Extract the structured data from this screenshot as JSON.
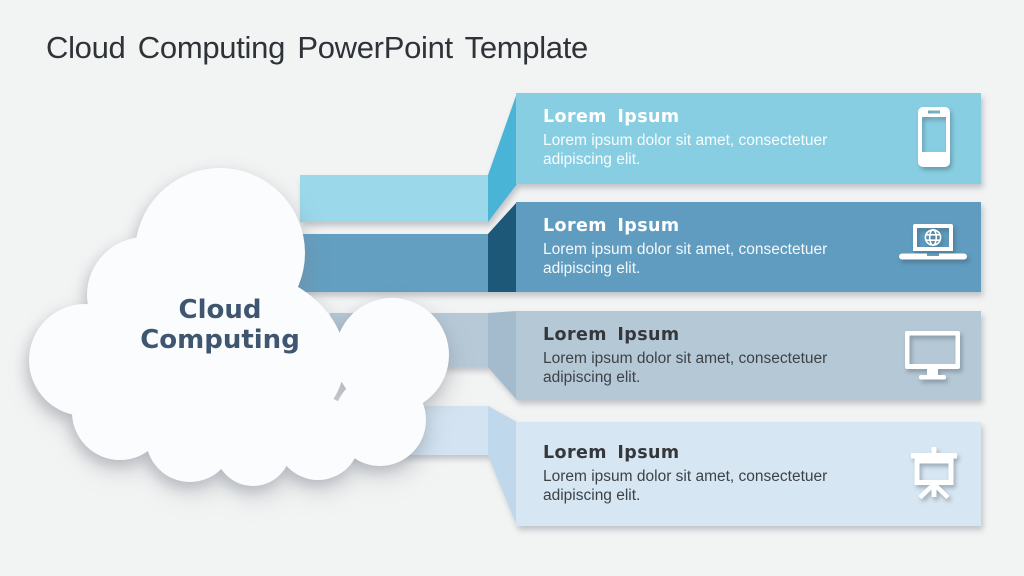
{
  "slide": {
    "title": "Cloud Computing PowerPoint Template",
    "background": "#f2f3f3",
    "title_color": "#2e3338"
  },
  "cloud": {
    "line1": "Cloud",
    "line2": "Computing",
    "fill": "#fbfcfd",
    "text_color": "#3e5670",
    "icon": "cloud-shape"
  },
  "cards": [
    {
      "heading": "Lorem Ipsum",
      "body": "Lorem ipsum dolor sit amet, consectetuer adipiscing elit.",
      "icon": "smartphone-icon",
      "band_fill": "#87cee2",
      "ribbon_fill": "#9bd8e9",
      "connector_fill": "#4ab4d6",
      "text_color": "#ffffff"
    },
    {
      "heading": "Lorem Ipsum",
      "body": "Lorem ipsum dolor sit amet, consectetuer adipiscing elit.",
      "icon": "laptop-globe-icon",
      "band_fill": "#5f9cbf",
      "ribbon_fill": "#639fc0",
      "connector_fill": "#1d5878",
      "text_color": "#ffffff"
    },
    {
      "heading": "Lorem Ipsum",
      "body": "Lorem ipsum dolor sit amet, consectetuer adipiscing elit.",
      "icon": "desktop-monitor-icon",
      "band_fill": "#b5c8d6",
      "ribbon_fill": "#b7c9d7",
      "connector_fill": "#a4bacd",
      "text_color": "#34383d"
    },
    {
      "heading": "Lorem Ipsum",
      "body": "Lorem ipsum dolor sit amet, consectetuer adipiscing elit.",
      "icon": "projection-screen-icon",
      "band_fill": "#d6e6f2",
      "ribbon_fill": "#d3e3f1",
      "connector_fill": "#c0d8eb",
      "text_color": "#34383d"
    }
  ]
}
